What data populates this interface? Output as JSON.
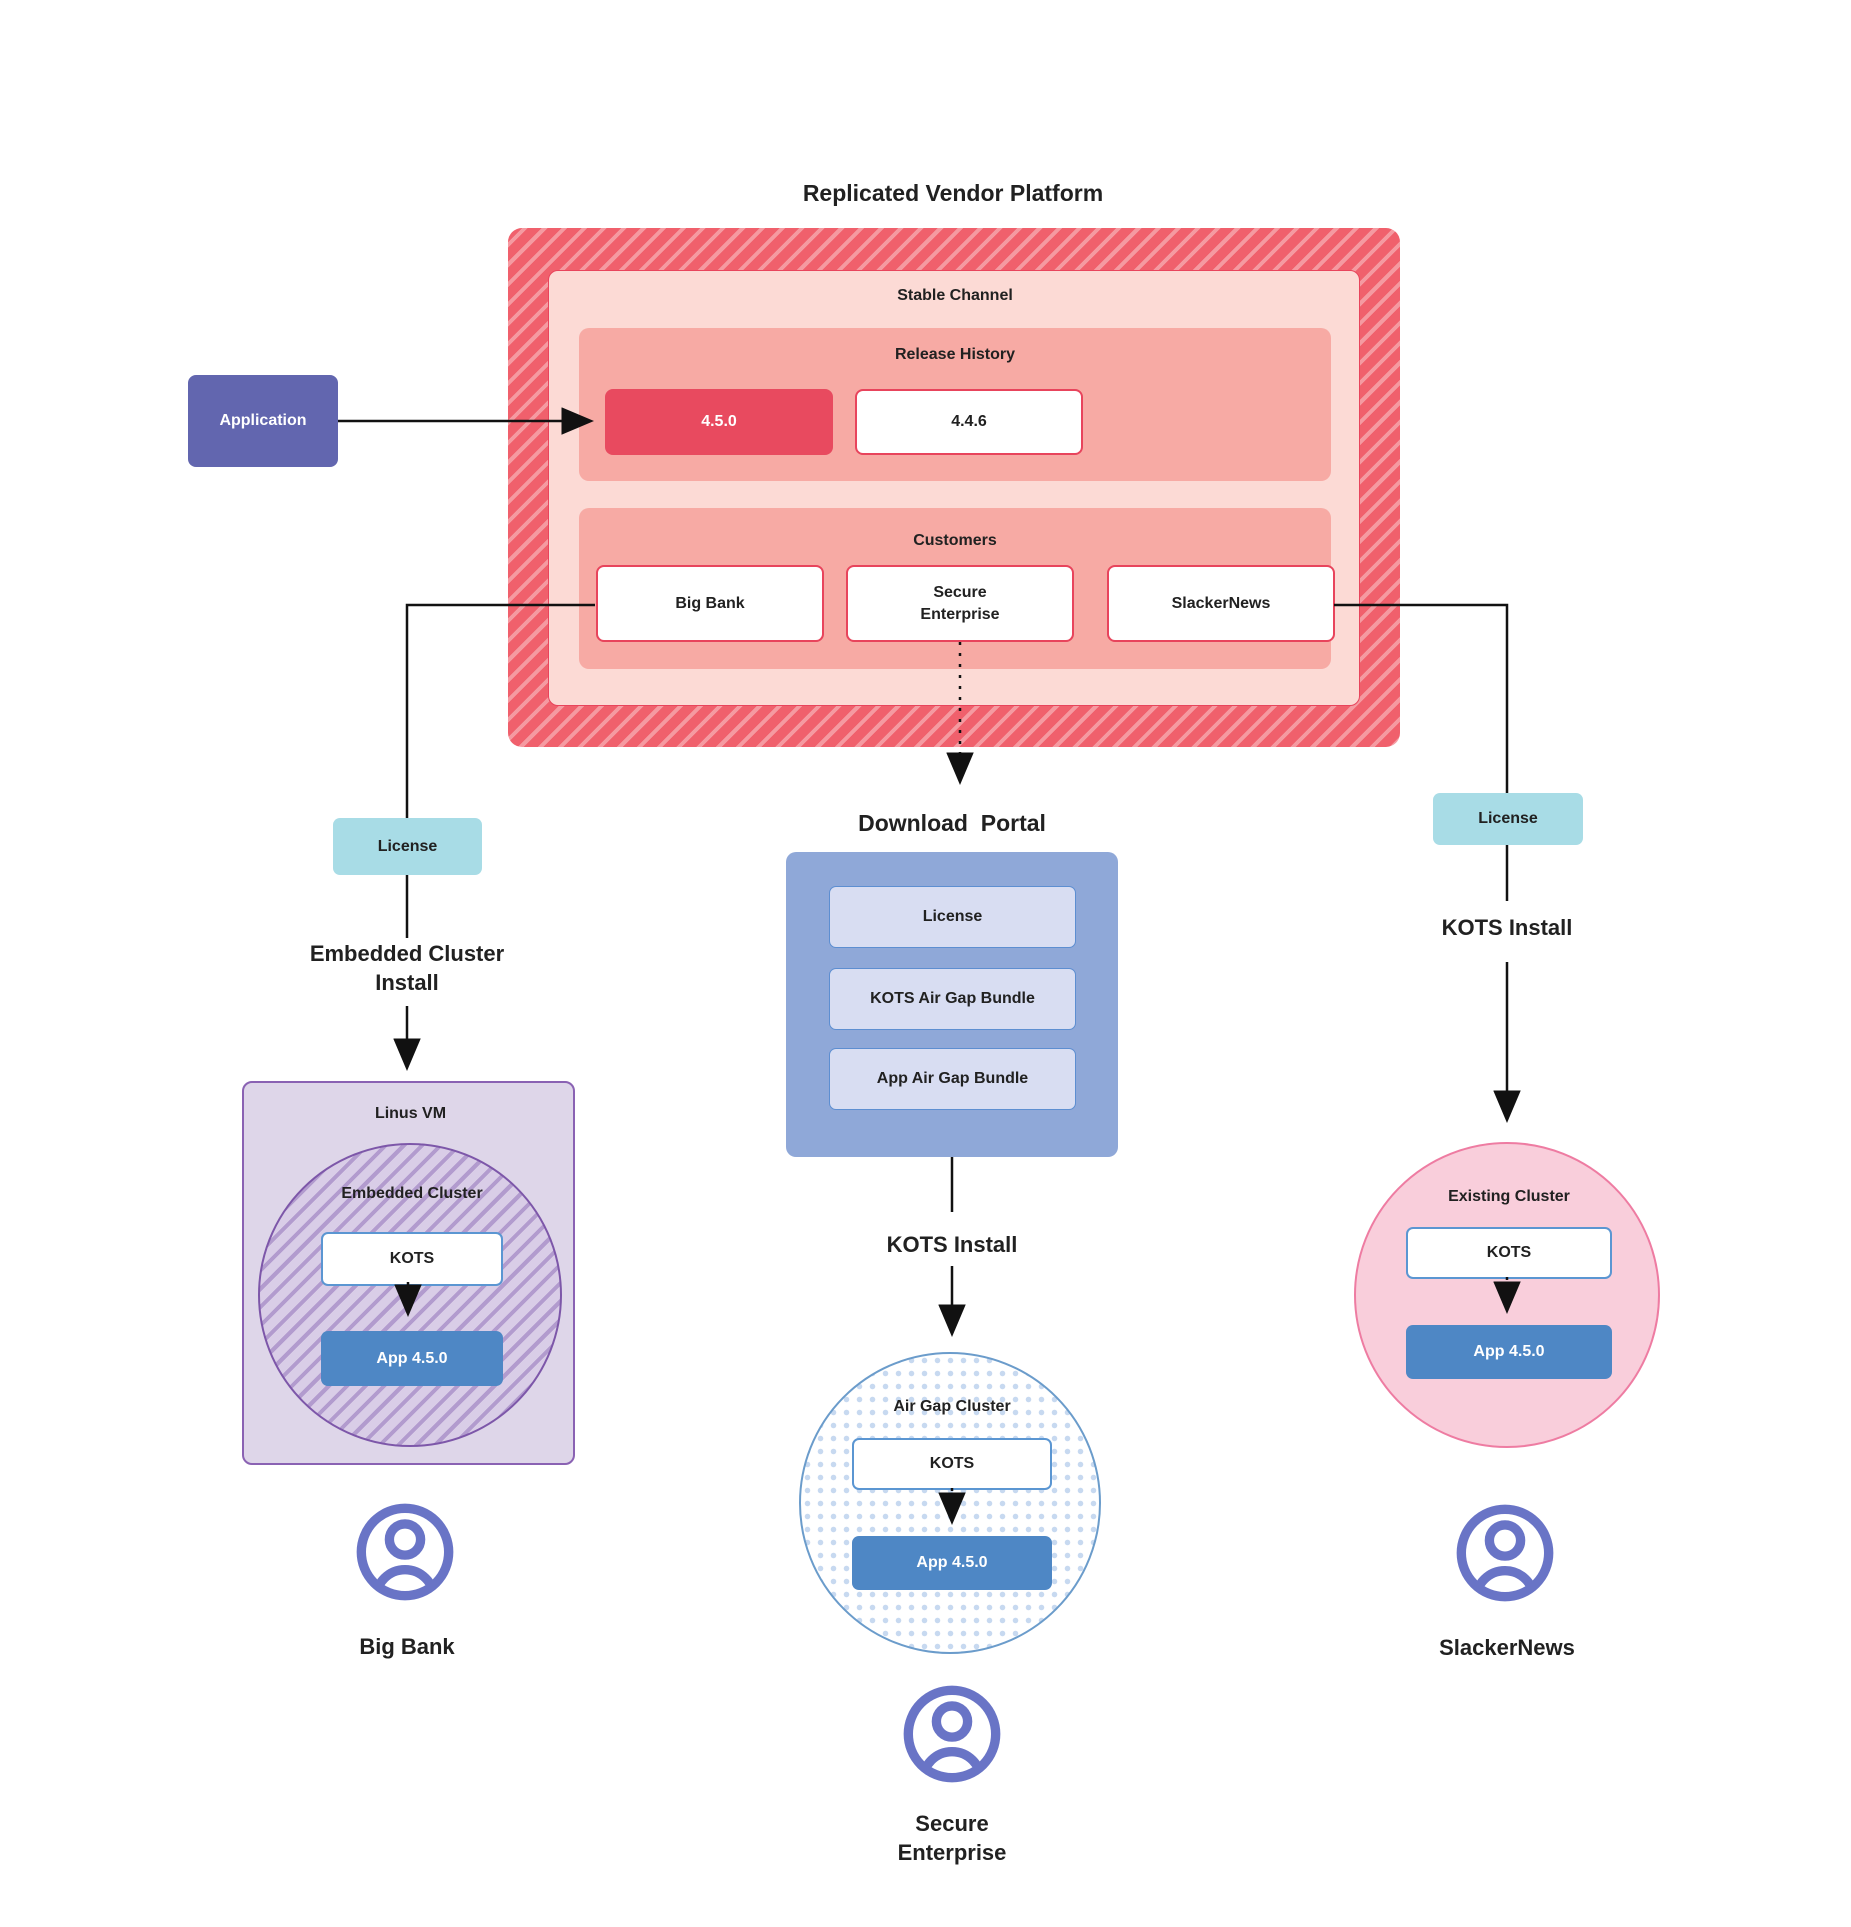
{
  "title": "Replicated Vendor Platform",
  "colors": {
    "accent_red": "#e84a5f",
    "hatch_red_base": "#f0606c",
    "hatch_red_stripe": "#f59aa1",
    "channel_pink": "#fcdad5",
    "band_pink": "#f7aaa4",
    "box_border_red": "#e8445c",
    "app_purple": "#6266af",
    "license_teal": "#a8dce6",
    "portal_blue": "#8fa8d8",
    "portal_item_fill": "#d8ddf2",
    "portal_item_border": "#5d8ed1",
    "app_blue": "#4e87c5",
    "kots_border_blue": "#5b96d2",
    "vm_fill": "#ded6e9",
    "vm_border": "#8a62b3",
    "ec_circle_fill": "#d9cde7",
    "ec_circle_stripe": "#b29bce",
    "ec_circle_border": "#7d57a9",
    "airgap_border": "#6b9ccb",
    "airgap_dot": "#c7d9f0",
    "existing_fill": "#f9cedb",
    "existing_border": "#ee7ca2",
    "person_purple": "#6974c6",
    "line_black": "#111111",
    "text_dark": "#212121"
  },
  "application": {
    "label": "Application"
  },
  "platform": {
    "channel_label": "Stable Channel",
    "release_history": {
      "label": "Release History",
      "current_release": "4.5.0",
      "previous_release": "4.4.6"
    },
    "customers": {
      "label": "Customers",
      "items": [
        "Big Bank",
        "Secure Enterprise",
        "SlackerNews"
      ]
    }
  },
  "left_branch": {
    "license_label": "License",
    "install_label": "Embedded Cluster Install",
    "vm_label": "Linus VM",
    "cluster_label": "Embedded Cluster",
    "kots_label": "KOTS",
    "app_label": "App 4.5.0",
    "user_label": "Big Bank"
  },
  "middle_branch": {
    "portal_title": "Download  Portal",
    "portal_items": [
      "License",
      "KOTS Air Gap Bundle",
      "App Air Gap Bundle"
    ],
    "install_label": "KOTS Install",
    "cluster_label": "Air Gap Cluster",
    "kots_label": "KOTS",
    "app_label": "App 4.5.0",
    "user_label": "Secure Enterprise"
  },
  "right_branch": {
    "license_label": "License",
    "install_label": "KOTS Install",
    "cluster_label": "Existing Cluster",
    "kots_label": "KOTS",
    "app_label": "App 4.5.0",
    "user_label": "SlackerNews"
  }
}
